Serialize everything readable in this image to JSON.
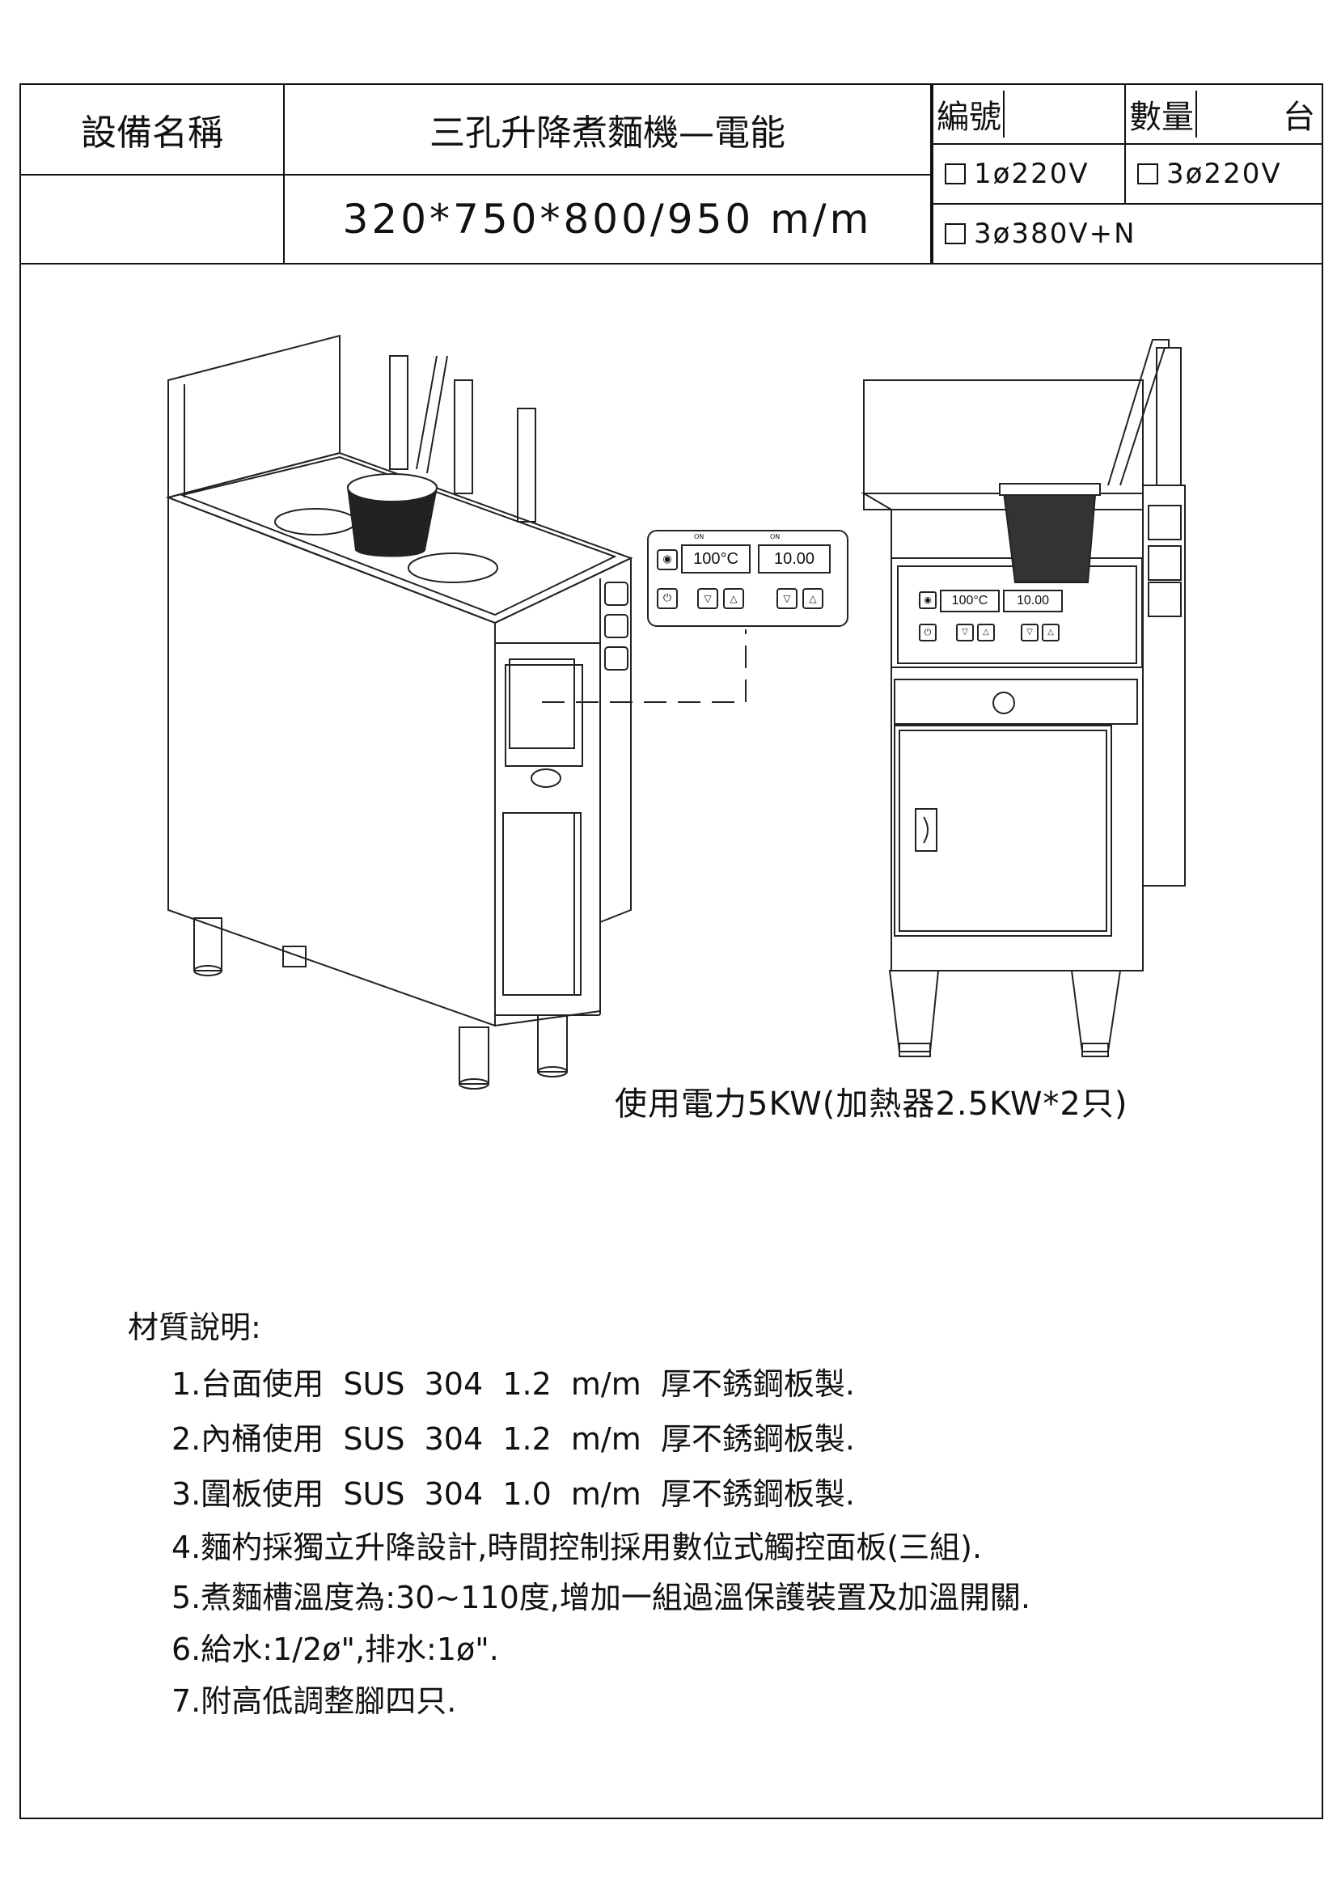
{
  "header": {
    "name_label": "設備名稱",
    "name_value": "三孔升降煮麵機—電能",
    "number_label": "編號",
    "quantity_label": "數量",
    "quantity_unit": "台",
    "dimensions": "320*750*800/950  m/m",
    "voltage_options": [
      "1ø220V",
      "3ø220V",
      "3ø380V+N"
    ]
  },
  "drawing": {
    "panel": {
      "on_label": "ON",
      "temp_display": "100°C",
      "time_display": "10.00"
    },
    "power_text": "使用電力5KW(加熱器2.5KW*2只)"
  },
  "materials": {
    "title": "材質說明:",
    "items": [
      "1.台面使用  SUS  304  1.2  m/m  厚不銹鋼板製.",
      "2.內桶使用  SUS  304  1.2  m/m  厚不銹鋼板製.",
      "3.圍板使用  SUS  304  1.0  m/m  厚不銹鋼板製.",
      "4.麵杓採獨立升降設計,時間控制採用數位式觸控面板(三組).",
      "5.煮麵槽溫度為:30~110度,增加一組過溫保護裝置及加溫開關.",
      "6.給水:1/2ø\",排水:1ø\".",
      "7.附高低調整腳四只."
    ]
  }
}
